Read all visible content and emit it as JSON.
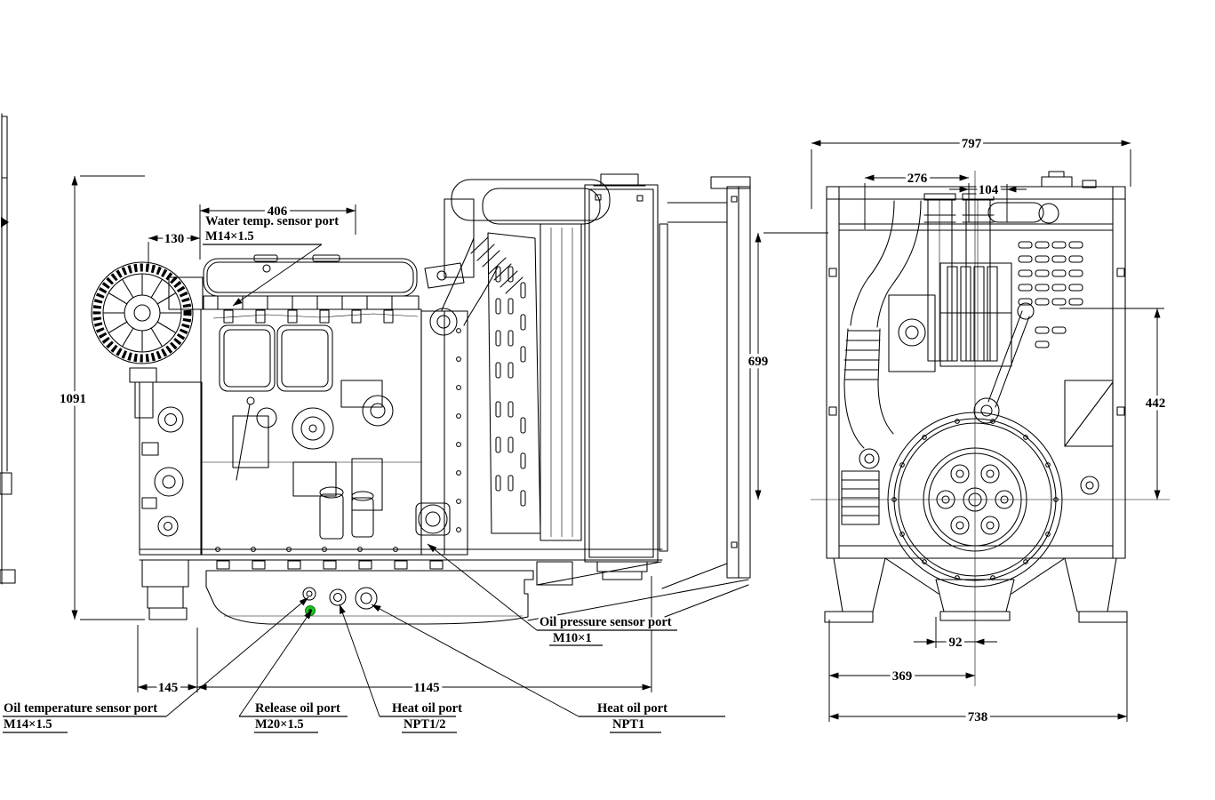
{
  "drawing": {
    "type": "engine-outline-drawing",
    "background": "#ffffff",
    "line_color": "#000000",
    "accent_green": "#1ec41e"
  },
  "side": {
    "dim_406": "406",
    "dim_130": "130",
    "dim_1091": "1091",
    "dim_145": "145",
    "dim_1145": "1145",
    "label_water_temp_1": "Water temp. sensor port",
    "label_water_temp_2": "M14×1.5",
    "label_oil_pressure_1": "Oil pressure sensor port",
    "label_oil_pressure_2": "M10×1",
    "label_oil_temp_1": "Oil temperature sensor port",
    "label_oil_temp_2": "M14×1.5",
    "label_release_1": "Release oil port",
    "label_release_2": "M20×1.5",
    "label_heat_half_1": "Heat oil port",
    "label_heat_half_2": "NPT1/2",
    "label_heat_one_1": "Heat oil port",
    "label_heat_one_2": "NPT1"
  },
  "rear": {
    "dim_797": "797",
    "dim_276": "276",
    "dim_104": "104",
    "dim_699": "699",
    "dim_442": "442",
    "dim_92": "92",
    "dim_369": "369",
    "dim_738": "738"
  }
}
